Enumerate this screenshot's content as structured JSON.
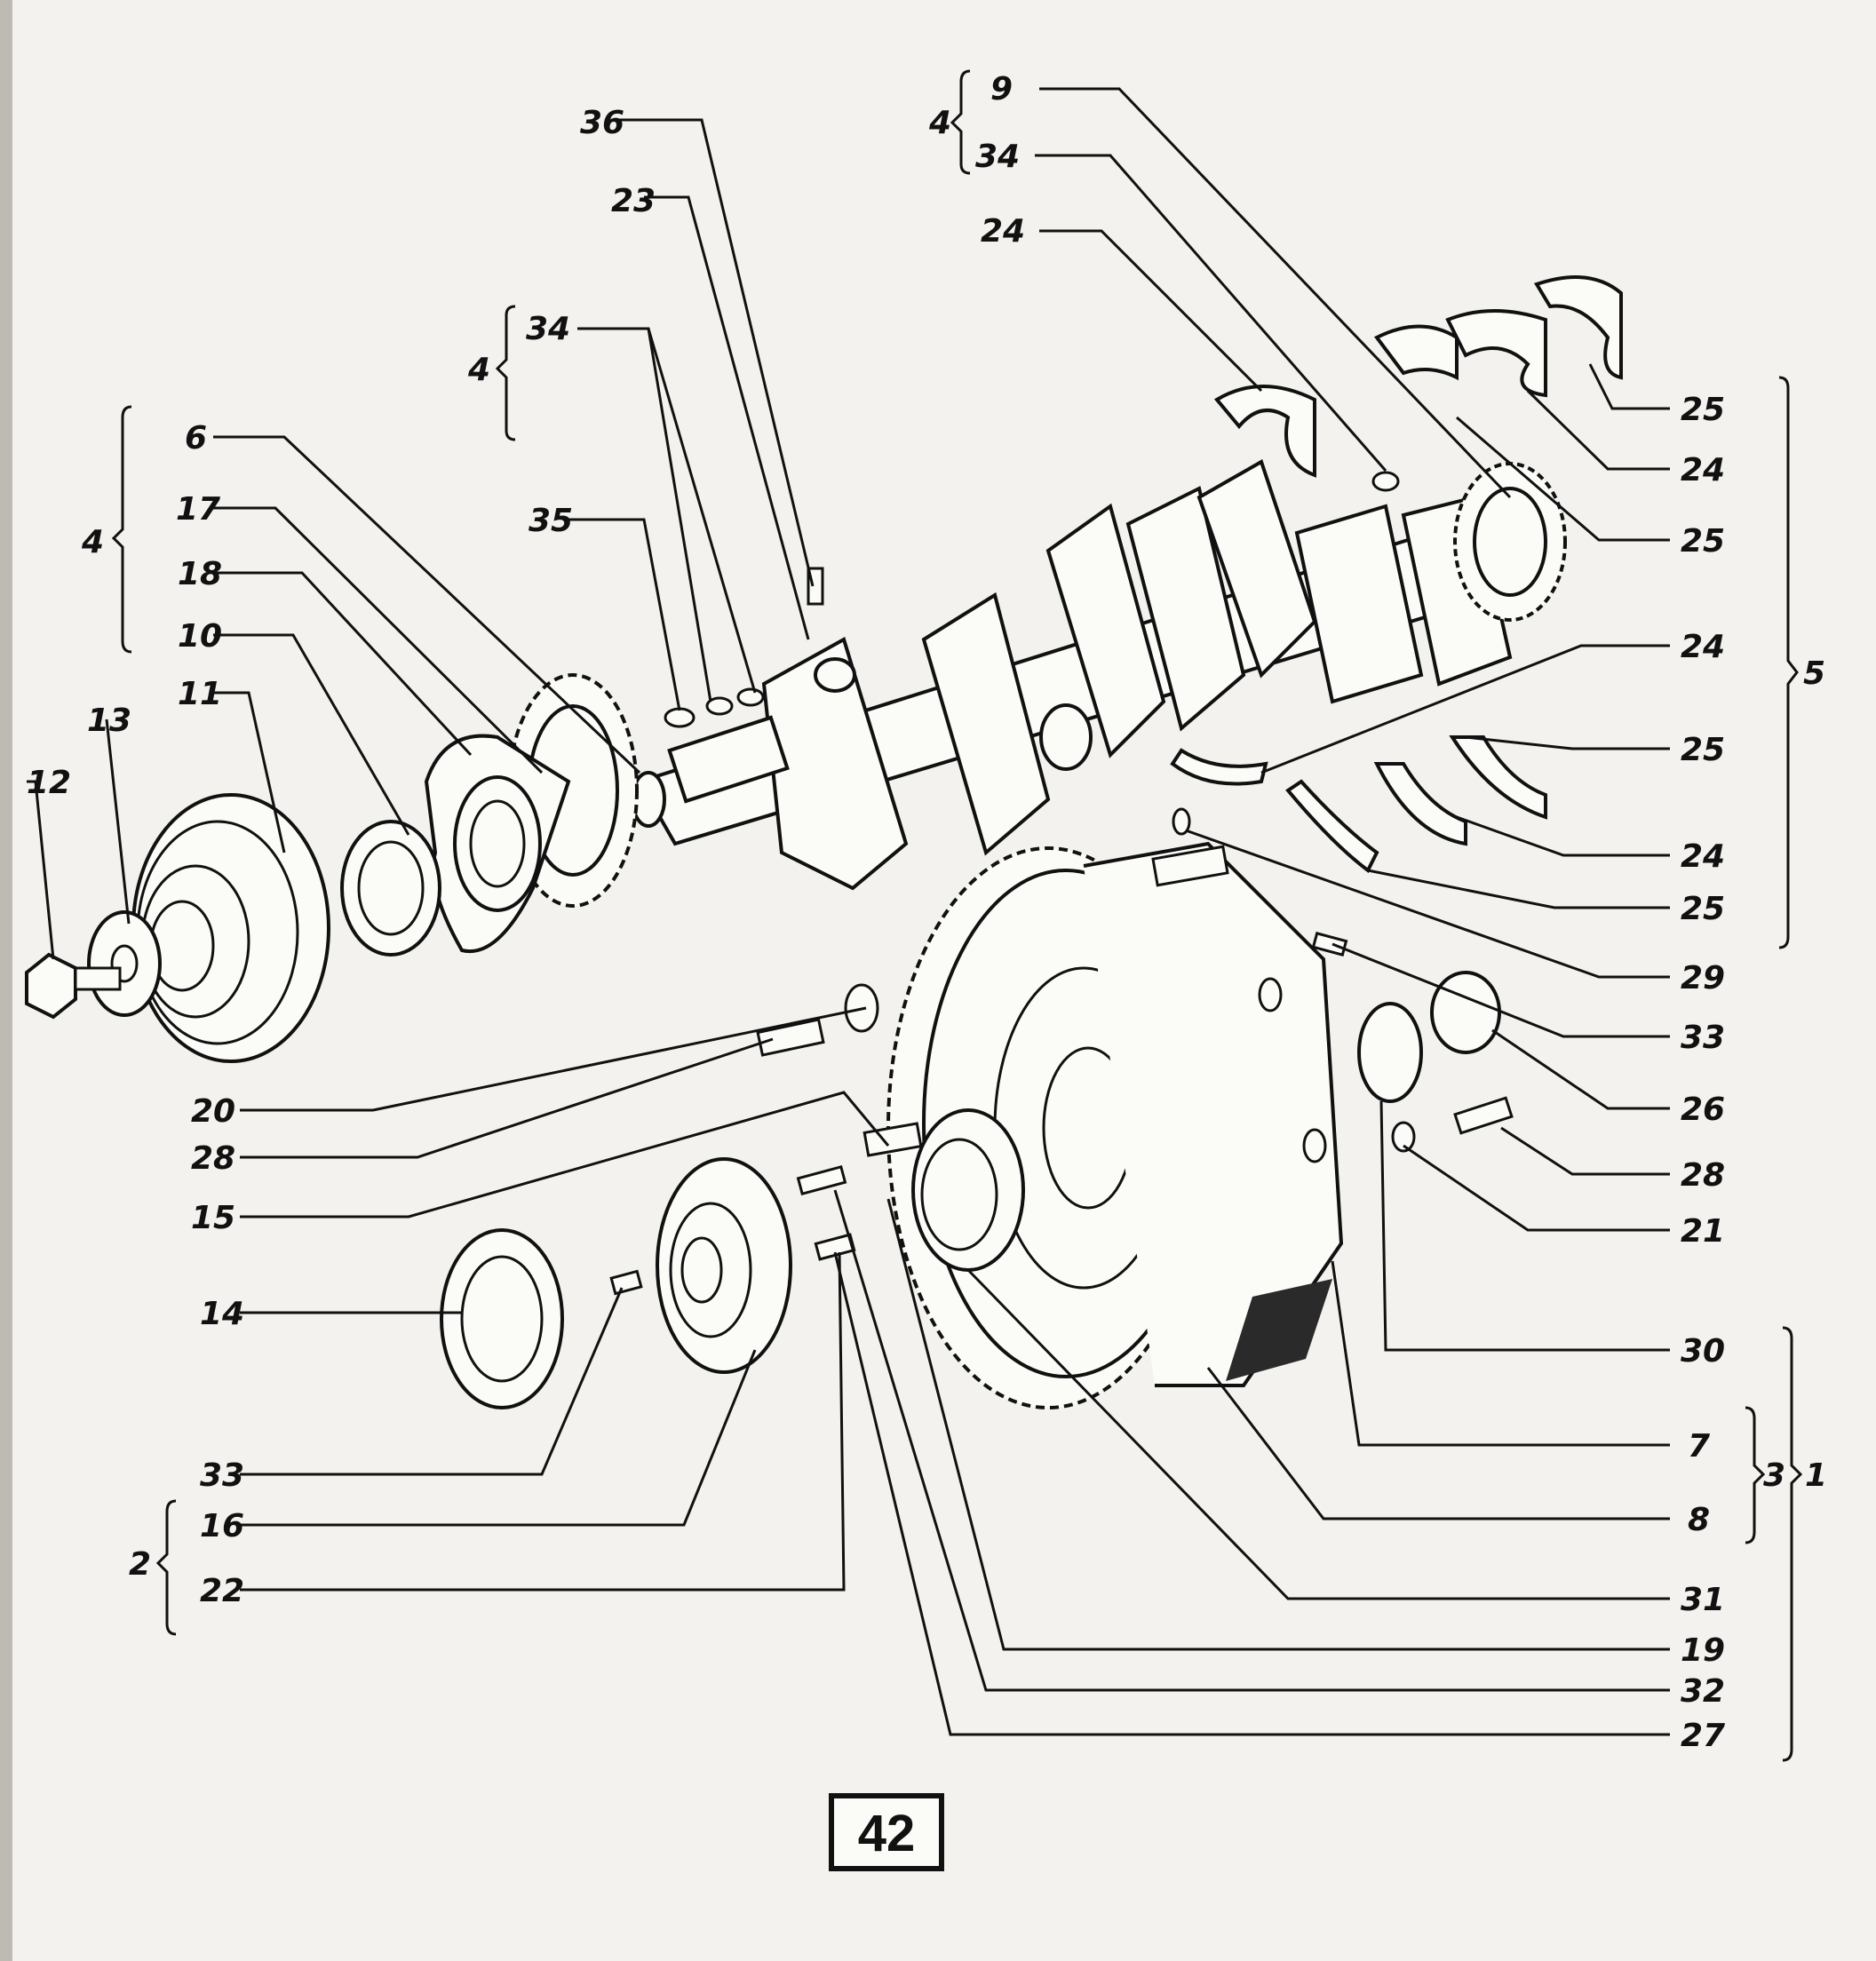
{
  "page_number": "42",
  "callouts": {
    "c1": "1",
    "c2": "2",
    "c3": "3",
    "c4a": "4",
    "c4b": "4",
    "c4c": "4",
    "c5": "5",
    "c6": "6",
    "c7": "7",
    "c8": "8",
    "c9": "9",
    "c10": "10",
    "c11": "11",
    "c12": "12",
    "c13": "13",
    "c14": "14",
    "c15": "15",
    "c16": "16",
    "c17": "17",
    "c18": "18",
    "c19": "19",
    "c20": "20",
    "c21": "21",
    "c22": "22",
    "c23": "23",
    "c24a": "24",
    "c24b": "24",
    "c24c": "24",
    "c24d": "24",
    "c25a": "25",
    "c25b": "25",
    "c25c": "25",
    "c25d": "25",
    "c26": "26",
    "c27": "27",
    "c28a": "28",
    "c28b": "28",
    "c29": "29",
    "c30": "30",
    "c31": "31",
    "c32": "32",
    "c33a": "33",
    "c33b": "33",
    "c34a": "34",
    "c34b": "34",
    "c35": "35",
    "c36": "36"
  }
}
